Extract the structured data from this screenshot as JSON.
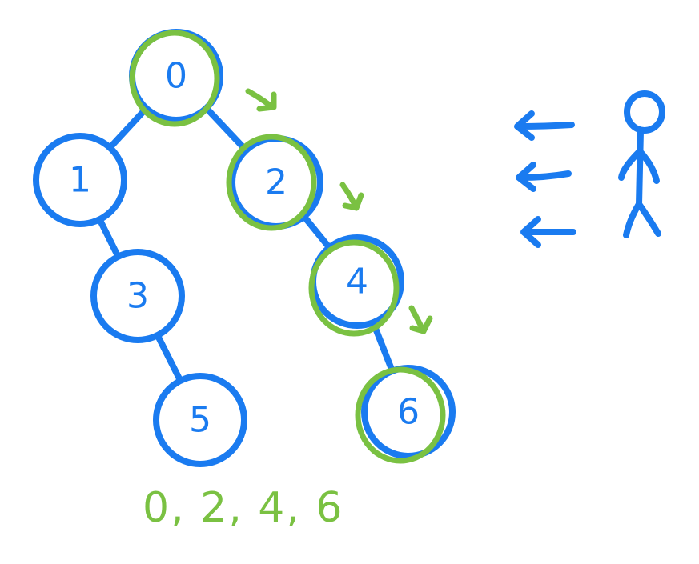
{
  "colors": {
    "tree": "#1a7bf0",
    "highlight": "#7ac142",
    "background": "#ffffff"
  },
  "tree": {
    "nodes": [
      {
        "id": "0",
        "label": "0"
      },
      {
        "id": "1",
        "label": "1"
      },
      {
        "id": "2",
        "label": "2"
      },
      {
        "id": "3",
        "label": "3"
      },
      {
        "id": "4",
        "label": "4"
      },
      {
        "id": "5",
        "label": "5"
      },
      {
        "id": "6",
        "label": "6"
      }
    ],
    "edges": [
      [
        "0",
        "1"
      ],
      [
        "0",
        "2"
      ],
      [
        "1",
        "3"
      ],
      [
        "2",
        "4"
      ],
      [
        "3",
        "5"
      ],
      [
        "4",
        "6"
      ]
    ],
    "highlighted": [
      "0",
      "2",
      "4",
      "6"
    ]
  },
  "sequence_text": "0, 2, 4, 6",
  "icons": [
    "stick-figure-icon",
    "left-arrow-icon"
  ]
}
